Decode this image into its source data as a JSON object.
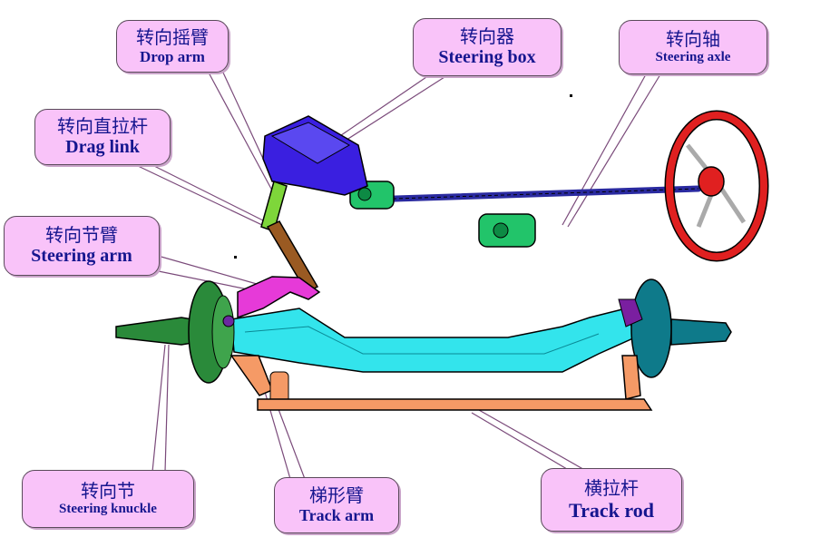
{
  "colors": {
    "callout_fill": "#f9c3f9",
    "callout_text": "#16168f",
    "steering_wheel": "#e02020",
    "steering_box": "#3a1fe0",
    "steering_axle": "#2a2aa0",
    "universal_joint": "#22c46a",
    "drop_arm": "#7ed63a",
    "drag_link": "#9a5a22",
    "steering_arm": "#e63ad8",
    "front_axle": "#33e4ec",
    "steering_knuckle": "#2a8a3a",
    "track_rod": "#f59a66",
    "hub": "#0e7a8a"
  },
  "labels": {
    "drop_arm": {
      "zh": "转向摇臂",
      "en": "Drop arm"
    },
    "steering_box": {
      "zh": "转向器",
      "en": "Steering box"
    },
    "steering_axle": {
      "zh": "转向轴",
      "en": "Steering axle"
    },
    "drag_link": {
      "zh": "转向直拉杆",
      "en": "Drag link"
    },
    "steering_arm": {
      "zh": "转向节臂",
      "en": "Steering arm"
    },
    "steering_knuckle": {
      "zh": "转向节",
      "en": "Steering knuckle"
    },
    "track_arm": {
      "zh": "梯形臂",
      "en": "Track arm"
    },
    "track_rod": {
      "zh": "横拉杆",
      "en": "Track rod"
    }
  }
}
